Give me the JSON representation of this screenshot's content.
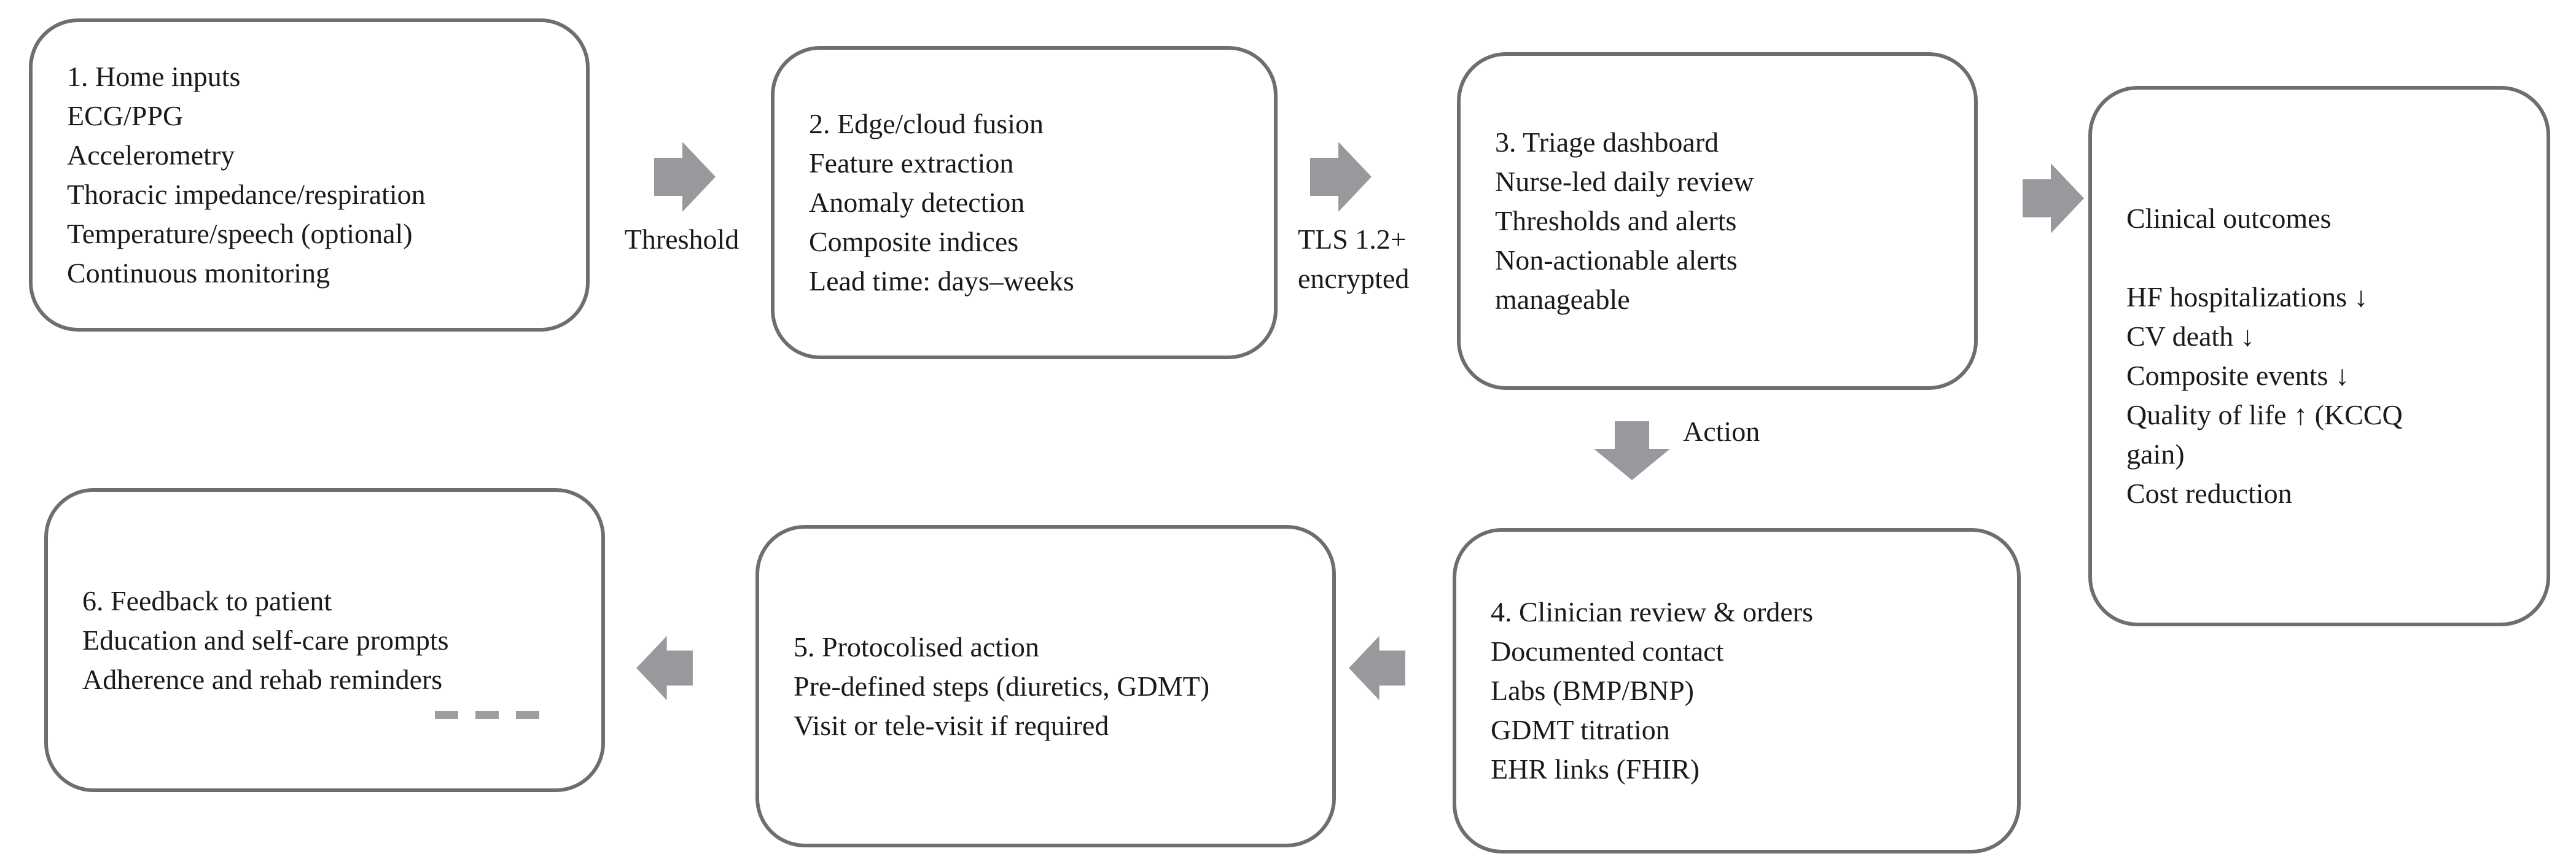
{
  "diagram": {
    "background": "#ffffff",
    "border_color": "#6c6f71",
    "arrow_color": "#97999c",
    "dash_color": "#9b9da0",
    "text_color": "#1a1a1a",
    "boxes": [
      {
        "id": "home-inputs",
        "text": "1. Home inputs\nECG/PPG\nAccelerometry\nThoracic impedance/respiration\nTemperature/speech (optional)\nContinuous monitoring"
      },
      {
        "id": "edge-cloud-fusion",
        "text": "2. Edge/cloud fusion\nFeature extraction\nAnomaly detection\nComposite indices\nLead time: days–weeks"
      },
      {
        "id": "triage-dashboard",
        "text": "3. Triage dashboard\nNurse-led daily review\nThresholds and alerts\nNon-actionable alerts\nmanageable"
      },
      {
        "id": "clinical-outcomes",
        "text": "Clinical outcomes\n\nHF hospitalizations ↓\nCV death ↓\nComposite events ↓\nQuality of life ↑ (KCCQ\ngain)\nCost reduction"
      },
      {
        "id": "clinician-review-orders",
        "text": "4. Clinician review & orders\nDocumented contact\nLabs (BMP/BNP)\nGDMT titration\nEHR links (FHIR)"
      },
      {
        "id": "protocolised-action",
        "text": "5. Protocolised action\nPre-defined steps (diuretics, GDMT)\nVisit or tele-visit if required"
      },
      {
        "id": "feedback-to-patient",
        "text": "6. Feedback to patient\nEducation and self-care prompts\nAdherence and rehab reminders"
      }
    ],
    "arrows": [
      {
        "id": "inputs-to-fusion",
        "direction": "right",
        "label": "Threshold"
      },
      {
        "id": "fusion-to-triage",
        "direction": "right",
        "label": "TLS 1.2+\nencrypted"
      },
      {
        "id": "triage-to-outcomes",
        "direction": "right",
        "label": ""
      },
      {
        "id": "triage-to-clinician",
        "direction": "down",
        "label": "Action"
      },
      {
        "id": "clinician-to-protocol",
        "direction": "left",
        "label": ""
      },
      {
        "id": "protocol-to-feedback",
        "direction": "left",
        "label": ""
      }
    ],
    "dashed_connector": {
      "dash_count": 3
    }
  }
}
